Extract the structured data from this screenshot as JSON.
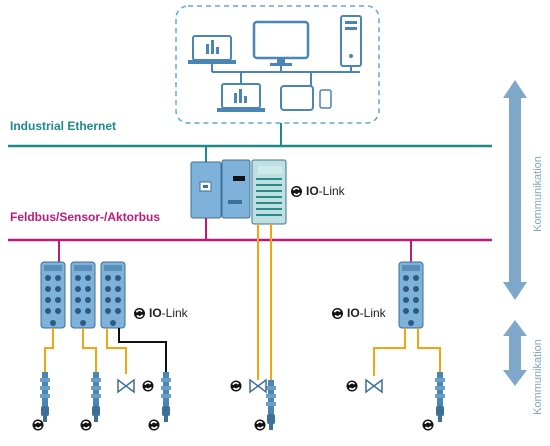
{
  "labels": {
    "industrial_ethernet": "Industrial Ethernet",
    "feldbus": "Feldbus/Sensor-/Aktorbus",
    "iolink_prefix": "IO",
    "iolink_suffix": "-Link",
    "kommunikation": "Kommunikation"
  },
  "colors": {
    "ethernet_line": "#1f8a8a",
    "feldbus_line": "#c2187a",
    "ethernet_text": "#1f8a8a",
    "feldbus_text": "#c2187a",
    "device_blue": "#7fb2da",
    "device_dark": "#3d6f97",
    "cable_orange": "#f2a413",
    "cable_black": "#111111",
    "arrow_blue": "#7fa7c9",
    "dashed_box": "#5fa9d6"
  },
  "icons": [
    "pc-icon",
    "laptop-icon",
    "monitor-icon",
    "tablet-icon",
    "phone-icon",
    "server-tower-icon",
    "io-link-logo-icon",
    "valve-icon",
    "sensor-icon",
    "io-module-icon",
    "controller-icon"
  ]
}
